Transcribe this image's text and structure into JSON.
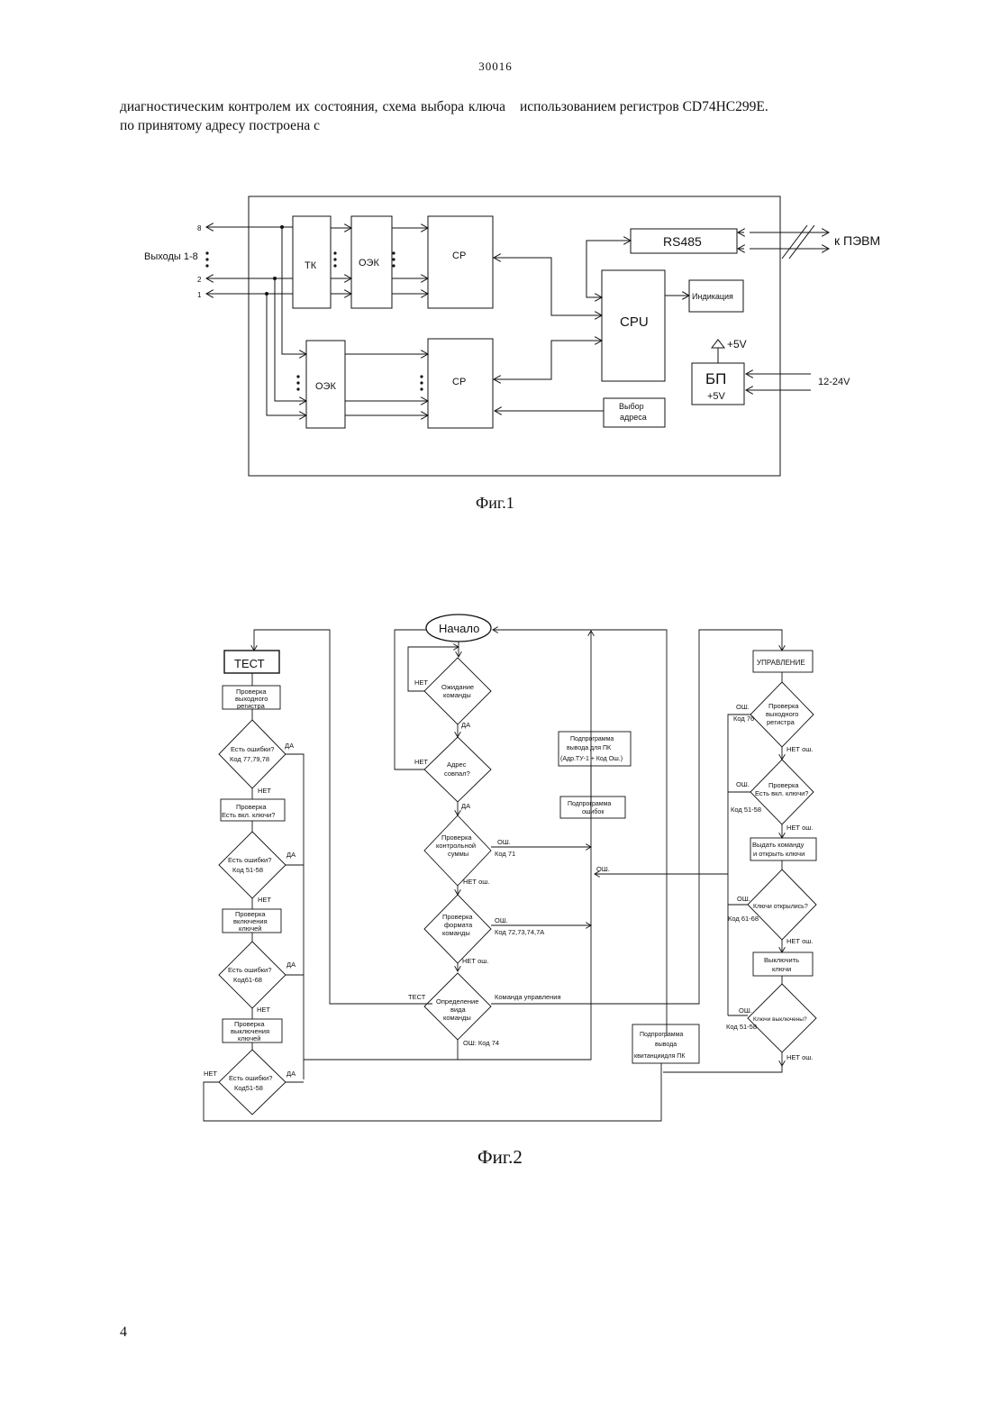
{
  "header": {
    "page_number": "30016"
  },
  "text": {
    "left_column": "диагностическим контролем их состояния, схема выбора ключа по принятому адресу построена с",
    "right_column": "использованием регистров CD74HC299E."
  },
  "fig1": {
    "caption": "Фиг.1",
    "outputs_label": "Выходы 1-8",
    "out_8": "8",
    "out_2": "2",
    "out_1": "1",
    "tk": "ТК",
    "oek_top": "ОЭК",
    "oek_bottom": "ОЭК",
    "sr_top": "СР",
    "sr_bottom": "СР",
    "rs485": "RS485",
    "to_pc": "к ПЭВМ",
    "cpu": "CPU",
    "indication": "Индикация",
    "plus5_top": "+5V",
    "bp": "БП",
    "plus5_bottom": "+5V",
    "supply": "12-24V",
    "addr_select_1": "Выбор",
    "addr_select_2": "адреса"
  },
  "fig2": {
    "caption": "Фиг.2",
    "test": "ТЕСТ",
    "start": "Начало",
    "control": "УПРАВЛЕНИЕ",
    "t_check_out_1": "Проверка",
    "t_check_out_2": "выходного",
    "t_check_out_3": "регистра",
    "t_err1_1": "Есть ошибки?",
    "t_err1_2": "Код 77,79,78",
    "t_check_keys_1": "Проверка",
    "t_check_keys_2": "Есть вкл. ключи?",
    "t_err2_1": "Есть ошибки?",
    "t_err2_2": "Код 51-58",
    "t_check_on_1": "Проверка",
    "t_check_on_2": "включения",
    "t_check_on_3": "ключей",
    "t_err3_1": "Есть ошибки?",
    "t_err3_2": "Код61-68",
    "t_check_off_1": "Проверка",
    "t_check_off_2": "выключения",
    "t_check_off_3": "ключей",
    "t_err4_1": "Есть ошибки?",
    "t_err4_2": "Код51-58",
    "yes": "ДА",
    "no": "НЕТ",
    "m_wait_1": "Ожидание",
    "m_wait_2": "команды",
    "m_addr_1": "Адрес",
    "m_addr_2": "совпал?",
    "m_sum_1": "Проверка",
    "m_sum_2": "контрольной",
    "m_sum_3": "суммы",
    "m_fmt_1": "Проверка",
    "m_fmt_2": "формата",
    "m_fmt_3": "команды",
    "m_type_1": "Определение",
    "m_type_2": "вида",
    "m_type_3": "команды",
    "err": "ОШ.",
    "no_err": "НЕТ ош.",
    "code71": "Код 71",
    "code72": "Код 72,73,74,7А",
    "err_code74": "ОШ: Код 74",
    "test_label": "ТЕСТ",
    "cmd_control": "Команда управления",
    "sub_pc_1": "Подпрограмма",
    "sub_pc_2": "вывода для ПК",
    "sub_pc_3": "(Адр.ТУ-1 + Код Ош.)",
    "sub_err_1": "Подпрограмма",
    "sub_err_2": "ошибок",
    "sub_rcpt_1": "Подпрограмма",
    "sub_rcpt_2": "вывода",
    "sub_rcpt_3": "квитанциидля ПК",
    "c_check_out_1": "Проверка",
    "c_check_out_2": "выходного",
    "c_check_out_3": "регистра",
    "c_code76": "Код 76",
    "c_check_keys_1": "Проверка",
    "c_check_keys_2": "Есть вкл. ключи?",
    "c_code51": "Код 51-58",
    "c_issue_1": "Выдать команду",
    "c_issue_2": "и открыть ключи",
    "c_opened": "Ключи открылись?",
    "c_code61": "Код 61-68",
    "c_off_1": "Выключить",
    "c_off_2": "ключи",
    "c_closed": "Ключи выключены?",
    "c_code51b": "Код 51-58"
  },
  "footer": {
    "page": "4"
  }
}
